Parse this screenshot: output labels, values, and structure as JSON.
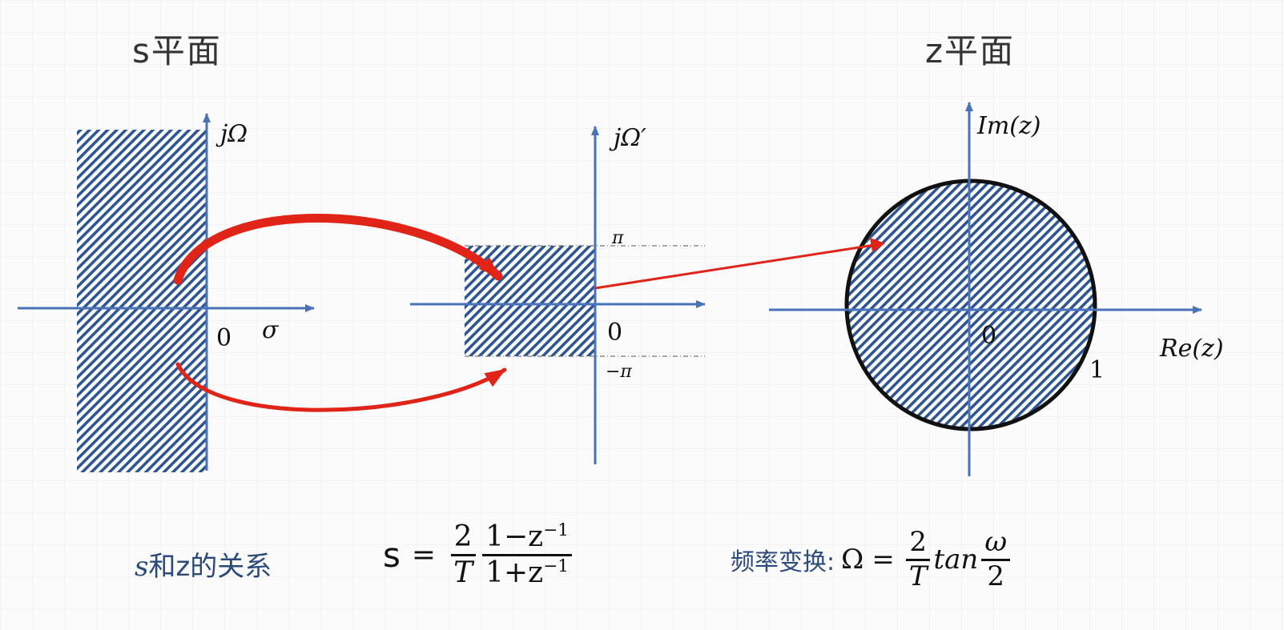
{
  "left_title": "s平面",
  "right_title": "z平面",
  "s_plane": {
    "vertical_axis": "jΩ",
    "horizontal_axis": "σ",
    "origin": "0"
  },
  "strip_plane": {
    "vertical_axis": "jΩ′",
    "origin": "0",
    "upper_limit": "π",
    "lower_limit": "−π"
  },
  "z_plane": {
    "vertical_axis": "Im(z)",
    "horizontal_axis": "Re(z)",
    "origin": "0",
    "unit_radius": "1"
  },
  "relation": {
    "label_s": "s",
    "label_rest": "和z的关系",
    "lhs": "s",
    "eq": "=",
    "coef_num": "2",
    "coef_den": "T",
    "frac_num": "1−z",
    "frac_den": "1+z",
    "exponent": "−1"
  },
  "freq": {
    "label": "频率变换:",
    "lhs": "Ω",
    "eq": "=",
    "coef_num": "2",
    "coef_den": "T",
    "func": "tan",
    "arg_num": "ω",
    "arg_den": "2"
  },
  "colors": {
    "axis": "#4a72b8",
    "hatch": "#2e5591",
    "arrow": "#e02418",
    "circle": "#111111"
  }
}
